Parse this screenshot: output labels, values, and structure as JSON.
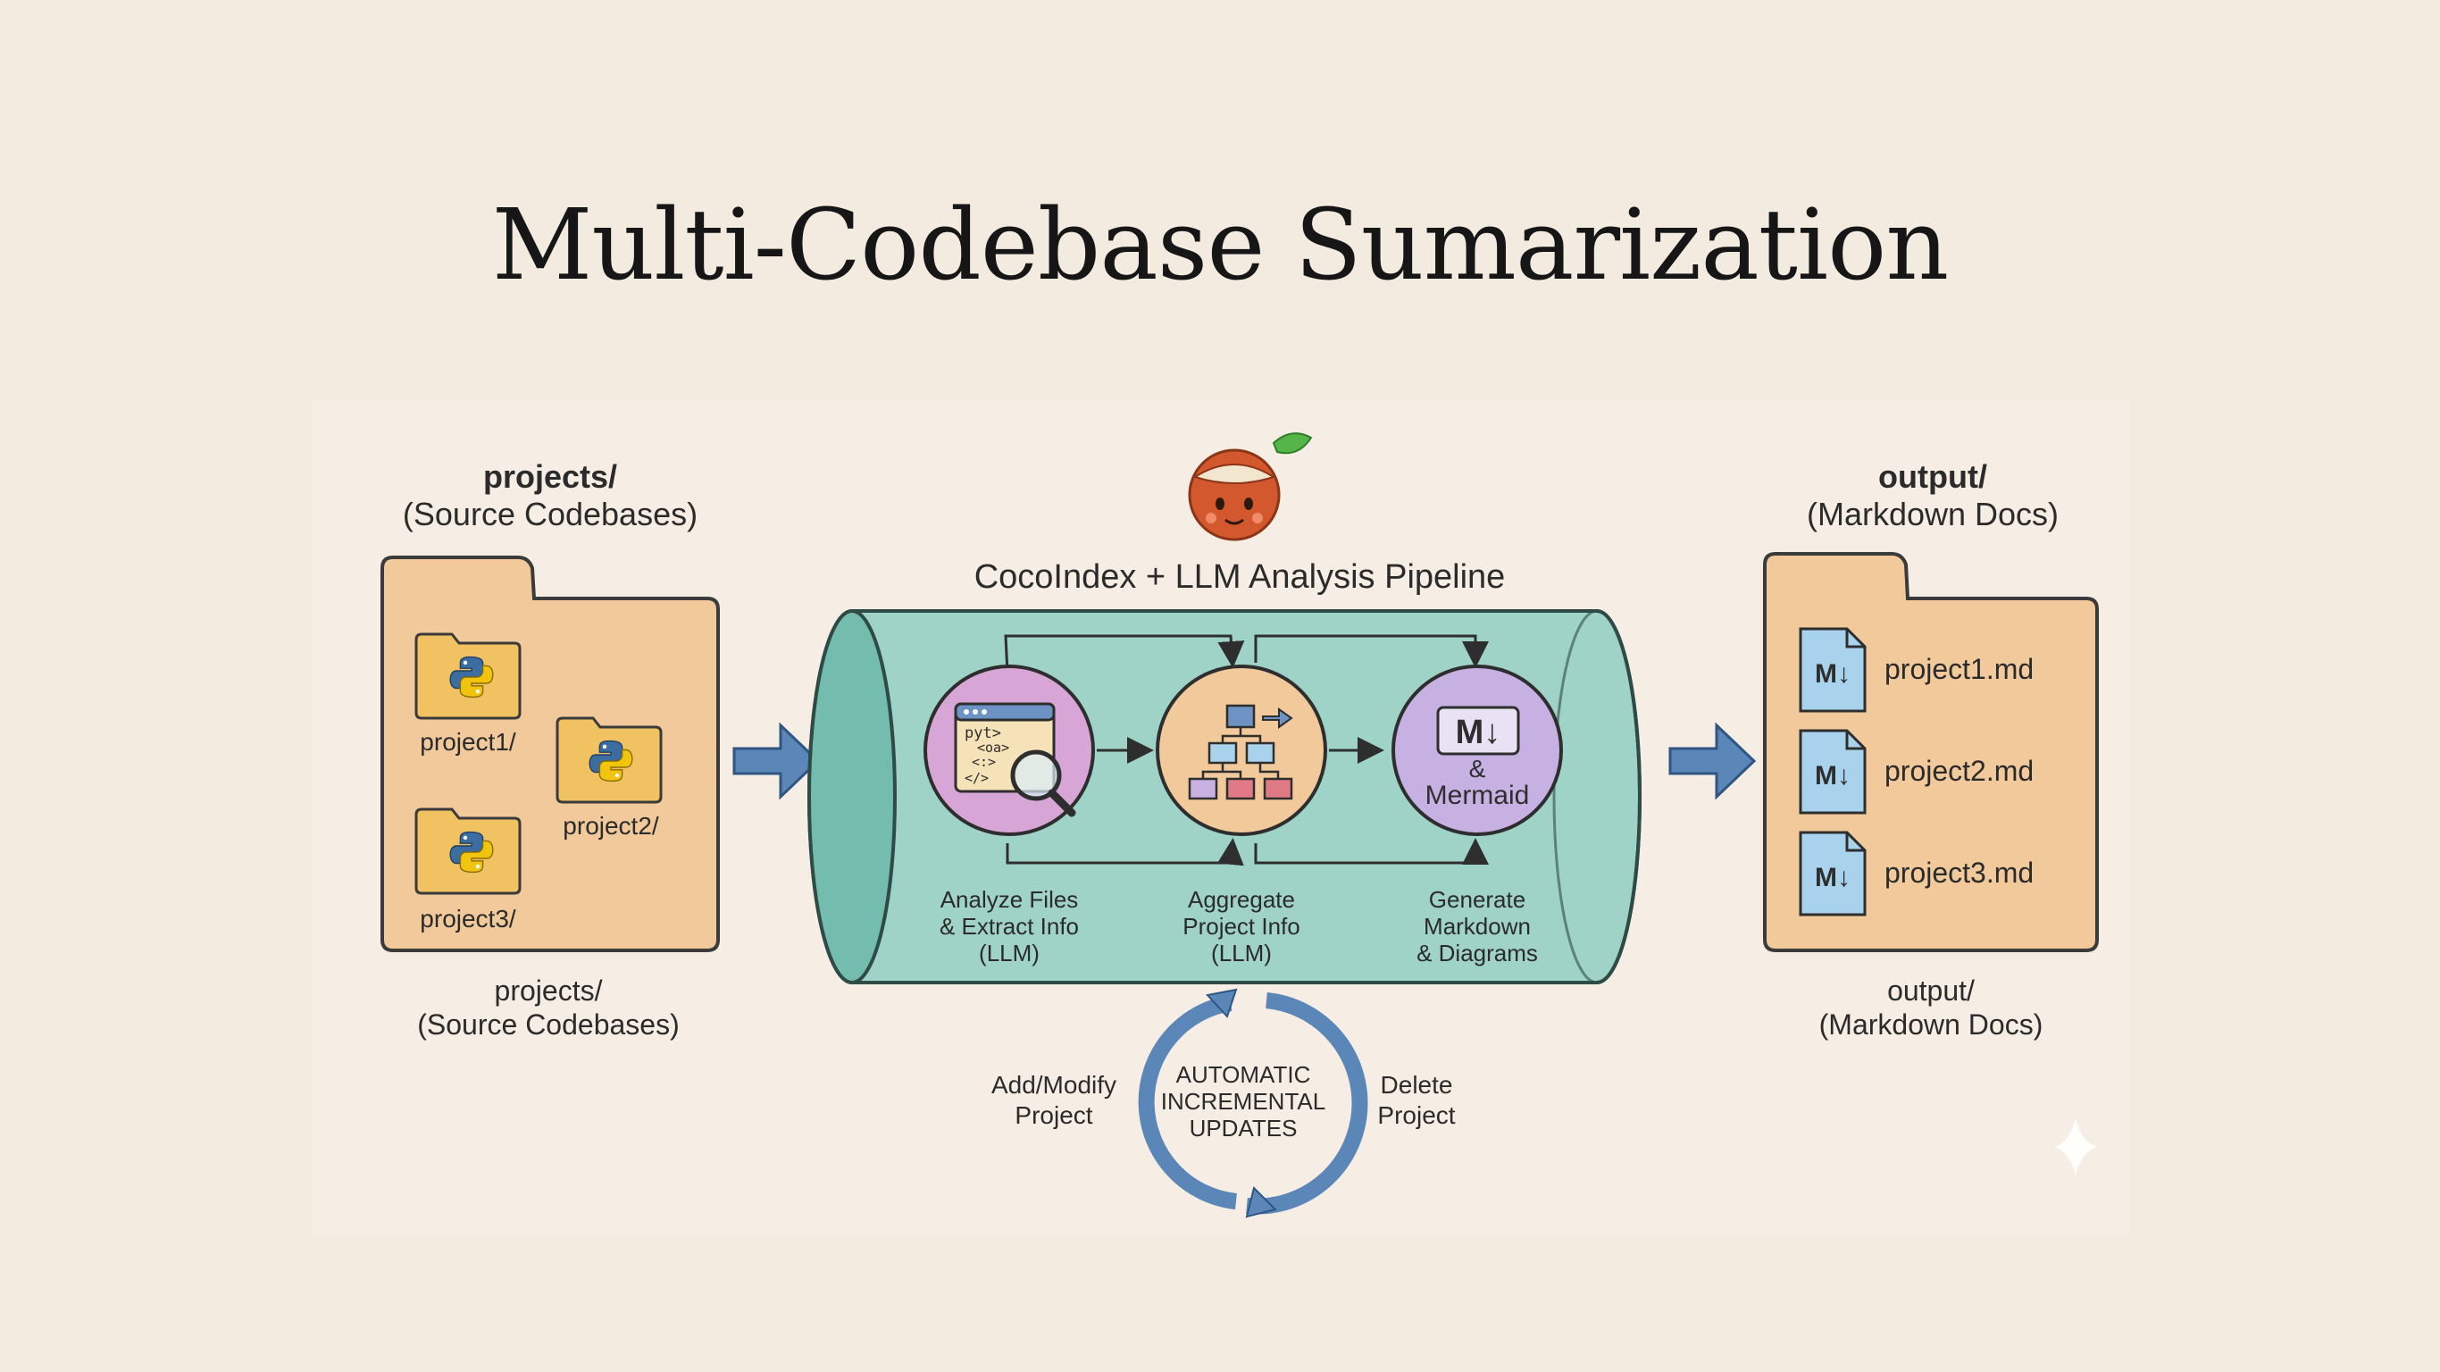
{
  "title": "Multi-Codebase Sumarization",
  "colors": {
    "background": "#f4ebe0",
    "folder_fill": "#f1c99a",
    "folder_stroke": "#3b3b3b",
    "pipeline_fill": "#9fd3c7",
    "pipeline_dark": "#6bb5a7",
    "arrow_blue": "#5b86b8",
    "circle_purple": "#d8a6d6",
    "circle_orange": "#f1c99a",
    "circle_lavender": "#c7b1e3",
    "doc_blue": "#a9d2ec",
    "python_folder": "#f0c262"
  },
  "source": {
    "header_title": "projects/",
    "header_subtitle": "(Source Codebases)",
    "footer_title": "projects/",
    "footer_subtitle": "(Source Codebases)",
    "projects": [
      "project1/",
      "project2/",
      "project3/"
    ]
  },
  "pipeline": {
    "title": "CocoIndex + LLM Analysis Pipeline",
    "logo_icon": "coconut-icon",
    "stages": [
      {
        "icon": "code-magnifier-icon",
        "lines": [
          "Analyze Files",
          "& Extract Info",
          "(LLM)"
        ]
      },
      {
        "icon": "hierarchy-icon",
        "lines": [
          "Aggregate",
          "Project Info",
          "(LLM)"
        ]
      },
      {
        "icon": "markdown-icon",
        "lines": [
          "Generate",
          "Markdown",
          "& Diagrams"
        ],
        "badge": "M↓",
        "badge_lines": [
          "&",
          "Mermaid"
        ]
      }
    ],
    "code_snippet": [
      "pyt>",
      "<oa>",
      "<:>",
      "</>"
    ]
  },
  "output": {
    "header_title": "output/",
    "header_subtitle": "(Markdown Docs)",
    "footer_title": "output/",
    "footer_subtitle": "(Markdown Docs)",
    "files": [
      "project1.md",
      "project2.md",
      "project3.md"
    ],
    "badge": "M↓"
  },
  "updates": {
    "center_lines": [
      "AUTOMATIC",
      "INCREMENTAL",
      "UPDATES"
    ],
    "left_lines": [
      "Add/Modify",
      "Project"
    ],
    "right_lines": [
      "Delete",
      "Project"
    ]
  }
}
